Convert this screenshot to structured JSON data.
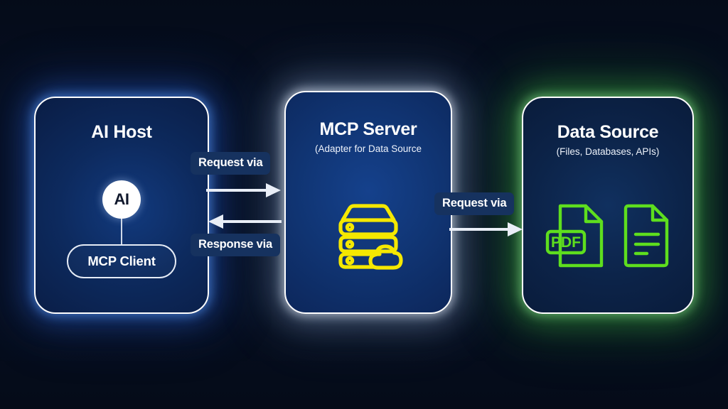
{
  "diagram": {
    "title": "MCP Architecture Flow",
    "background_color": "#060e1f"
  },
  "panels": [
    {
      "id": "ai-host",
      "title": "AI Host",
      "subtitle": "",
      "glow_color": "#3f7fe0",
      "border_color": "#ffffff",
      "nodes": [
        {
          "id": "ai-circle",
          "label": "AI",
          "shape": "circle",
          "fill": "#ffffff",
          "text_color": "#10182c"
        },
        {
          "id": "mcp-client",
          "label": "MCP Client",
          "shape": "pill",
          "fill": "transparent",
          "text_color": "#ffffff"
        }
      ]
    },
    {
      "id": "mcp-server",
      "title": "MCP Server",
      "subtitle": "(Adapter for Data Source",
      "glow_color": "#e8f0fc",
      "border_color": "#ffffff",
      "icon": {
        "name": "server-cloud-icon",
        "color": "#f5e800"
      }
    },
    {
      "id": "data-source",
      "title": "Data Source",
      "subtitle": "(Files, Databases, APIs)",
      "glow_color": "#46be46",
      "border_color": "#ffffff",
      "icons": [
        {
          "name": "pdf-file-icon",
          "label": "PDF",
          "color": "#5ede1e"
        },
        {
          "name": "document-file-icon",
          "label": "",
          "color": "#5ede1e"
        }
      ]
    }
  ],
  "connections": [
    {
      "id": "host-to-server-request",
      "label": "Request via",
      "direction": "right",
      "from": "ai-host",
      "to": "mcp-server",
      "badge_color": "#16325f",
      "arrow_color": "#e9eef7"
    },
    {
      "id": "server-to-host-response",
      "label": "Response via",
      "direction": "left",
      "from": "mcp-server",
      "to": "ai-host",
      "badge_color": "#16325f",
      "arrow_color": "#e9eef7"
    },
    {
      "id": "server-to-data-request",
      "label": "Request via",
      "direction": "right",
      "from": "mcp-server",
      "to": "data-source",
      "badge_color": "#16325f",
      "arrow_color": "#e9eef7"
    }
  ]
}
